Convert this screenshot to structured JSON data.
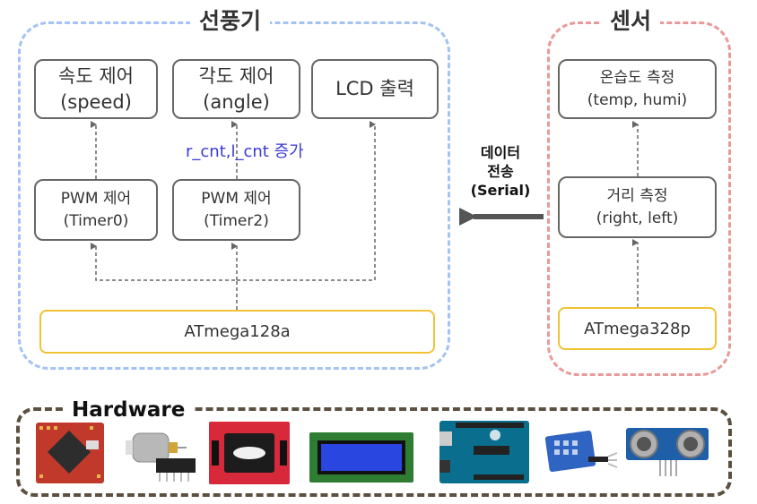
{
  "fan": {
    "title": "선풍기",
    "speed_box": {
      "line1": "속도 제어",
      "line2": "(speed)"
    },
    "angle_box": {
      "line1": "각도 제어",
      "line2": "(angle)"
    },
    "lcd_box": {
      "line1": "LCD 출력"
    },
    "pwm0_box": {
      "line1": "PWM 제어",
      "line2": "(Timer0)"
    },
    "pwm2_box": {
      "line1": "PWM 제어",
      "line2": "(Timer2)"
    },
    "counter_note": "r_cnt,l_cnt 증가",
    "mcu": "ATmega128a"
  },
  "sensor": {
    "title": "센서",
    "temp_box": {
      "line1": "온습도 측정",
      "line2": "(temp, humi)"
    },
    "dist_box": {
      "line1": "거리 측정",
      "line2": "(right, left)"
    },
    "mcu": "ATmega328p"
  },
  "link": {
    "line1": "데이터",
    "line2": "전송",
    "line3": "(Serial)"
  },
  "hardware": {
    "title": "Hardware",
    "items": [
      "mcu-board",
      "dc-motor",
      "ic-chip",
      "servo-module",
      "lcd-module",
      "arduino-uno",
      "dht-sensor",
      "ultrasonic-sensor"
    ]
  },
  "colors": {
    "fan_border": "#a4c2f4",
    "sensor_border": "#ea9999",
    "hardware_border": "#5c5040",
    "mcu_border": "#f0c234",
    "arrow": "#666666",
    "note": "#3a3ad8"
  }
}
